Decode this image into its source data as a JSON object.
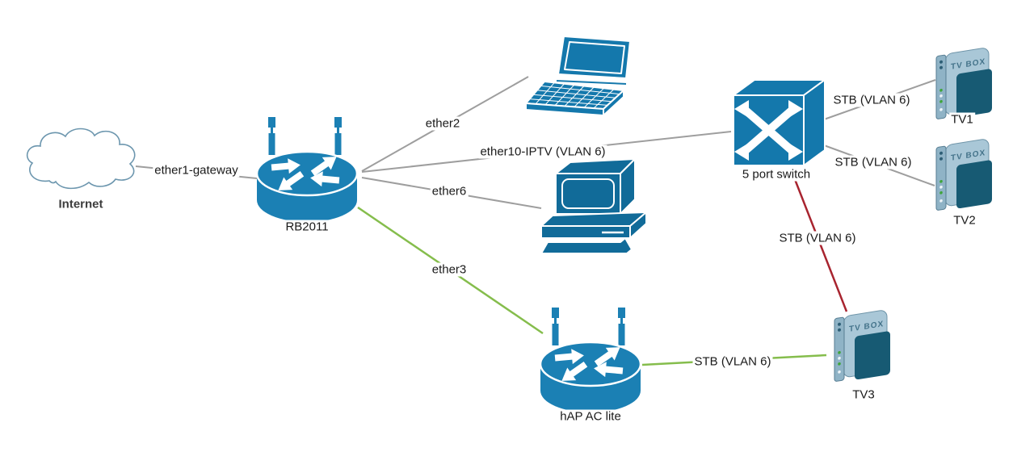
{
  "diagram_type": "network-topology",
  "colors": {
    "router_blue": "#1B80B4",
    "laptop_blue": "#1478AC",
    "desktop_blue": "#116B99",
    "switch_blue": "#1478AC",
    "stb_light": "#A9C7D7",
    "stb_dark": "#175A73",
    "cloud_stroke": "#6C96AE",
    "line_gray": "#9E9E9E",
    "line_green": "#85BD4C",
    "line_red": "#A8242F",
    "label_text": "#1A1A1A"
  },
  "nodes": {
    "internet": {
      "label": "Internet",
      "icon": "cloud-icon"
    },
    "rb2011": {
      "label": "RB2011",
      "icon": "wireless-router-icon"
    },
    "laptop": {
      "icon": "laptop-icon"
    },
    "desktop": {
      "icon": "desktop-computer-icon"
    },
    "switch": {
      "label": "5 port switch",
      "icon": "switch-icon"
    },
    "tv1": {
      "label": "TV1",
      "icon": "set-top-box-icon"
    },
    "tv2": {
      "label": "TV2",
      "icon": "set-top-box-icon"
    },
    "tv3": {
      "label": "TV3",
      "icon": "set-top-box-icon"
    },
    "hap": {
      "label": "hAP AC lite",
      "icon": "wireless-router-icon"
    }
  },
  "stb": {
    "box_text": "TV BOX"
  },
  "edges": [
    {
      "from": "internet",
      "to": "rb2011",
      "label": "ether1-gateway",
      "color": "#9E9E9E"
    },
    {
      "from": "rb2011",
      "to": "laptop",
      "label": "ether2",
      "color": "#9E9E9E"
    },
    {
      "from": "rb2011",
      "to": "switch",
      "label": "ether10-IPTV (VLAN 6)",
      "color": "#9E9E9E"
    },
    {
      "from": "rb2011",
      "to": "desktop",
      "label": "ether6",
      "color": "#9E9E9E"
    },
    {
      "from": "rb2011",
      "to": "hap",
      "label": "ether3",
      "color": "#85BD4C"
    },
    {
      "from": "switch",
      "to": "tv1",
      "label": "STB (VLAN 6)",
      "color": "#9E9E9E"
    },
    {
      "from": "switch",
      "to": "tv2",
      "label": "STB (VLAN 6)",
      "color": "#9E9E9E"
    },
    {
      "from": "switch",
      "to": "tv3",
      "label": "STB (VLAN 6)",
      "color": "#A8242F"
    },
    {
      "from": "hap",
      "to": "tv3",
      "label": "STB (VLAN 6)",
      "color": "#85BD4C"
    }
  ]
}
